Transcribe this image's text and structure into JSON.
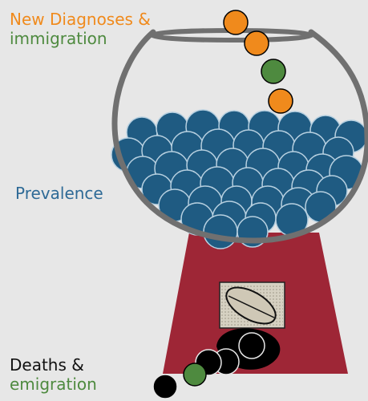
{
  "labels": {
    "new_diagnoses_line1": "New Diagnoses &",
    "new_diagnoses_line2": "immigration",
    "prevalence": "Prevalence",
    "deaths_line1": "Deaths &",
    "deaths_line2": "emigration"
  },
  "colors": {
    "background": "#e7e7e7",
    "orange": "#f08a1c",
    "green": "#4e8a3f",
    "blue": "#1f5b82",
    "blue_stroke": "#b7d0e0",
    "machine_red": "#9e2636",
    "bowl_outline": "#707070",
    "black": "#000000",
    "prevalence_text": "#2e6a96"
  }
}
